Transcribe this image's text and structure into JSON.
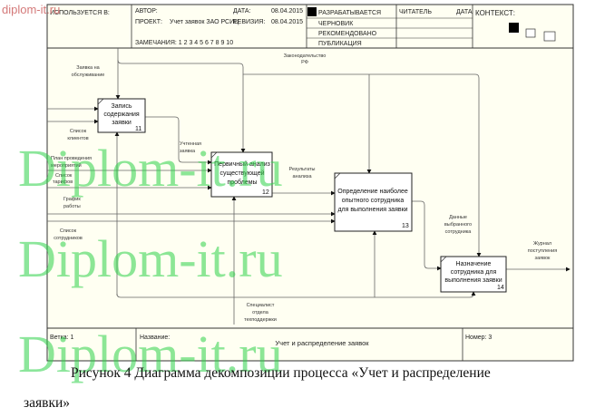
{
  "watermark": {
    "corner": "diplom-it.ru",
    "big": "Diplom-it.ru",
    "color": "#2fd24a",
    "corner_color": "#d47a7a"
  },
  "header": {
    "used_in": "ИСПОЛЬЗУЕТСЯ В:",
    "author_label": "АВТОР:",
    "project_label": "ПРОЕКТ:",
    "project": "Учет заявок ЗАО РСИЦ",
    "notes": "ЗАМЕЧАНИЯ: 1 2 3 4 5 6 7 8 9 10",
    "date_label": "ДАТА:",
    "date": "08.04.2015",
    "rev_label": "РЕВИЗИЯ:",
    "rev": "08.04.2015",
    "status": [
      "РАЗРАБАТЫВАЕТСЯ",
      "ЧЕРНОВИК",
      "РЕКОМЕНДОВАНО",
      "ПУБЛИКАЦИЯ"
    ],
    "reader": "ЧИТАТЕЛЬ",
    "reader_date": "ДАТА",
    "context": "КОНТЕКСТ:"
  },
  "boxes": [
    {
      "lines": [
        "Запись",
        "содержания",
        "заявки"
      ],
      "num": "11"
    },
    {
      "lines": [
        "Первичный анализ",
        "существующей",
        "проблемы"
      ],
      "num": "12"
    },
    {
      "lines": [
        "Определение наиболее",
        "опытного сотрудника",
        "для выполнения заявки"
      ],
      "num": "13"
    },
    {
      "lines": [
        "Назначение",
        "сотрудника для",
        "выполнения заявки"
      ],
      "num": "14"
    }
  ],
  "arrows": {
    "request": [
      "Заявка на",
      "обслуживание"
    ],
    "law": [
      "Законодательство",
      "РФ"
    ],
    "clients": [
      "Список",
      "клиентов"
    ],
    "recorded": [
      "Учтенная",
      "заявка"
    ],
    "plan": [
      "План проведения",
      "мероприятий"
    ],
    "tariffs": [
      "Список",
      "тарифов"
    ],
    "schedule": [
      "График",
      "работы"
    ],
    "staff": [
      "Список",
      "сотрудников"
    ],
    "results": [
      "Результаты",
      "анализа"
    ],
    "selected": [
      "Данные",
      "выбранного",
      "сотрудника"
    ],
    "journal": [
      "Журнал",
      "поступления",
      "заявок"
    ],
    "specialist": [
      "Специалист",
      "отдела",
      "техподдержки"
    ]
  },
  "footer": {
    "branch": "Ветка: 1",
    "name_label": "Название:",
    "name": "Учет и распределение заявок",
    "number": "Номер: 3"
  },
  "caption": {
    "line1": "Рисунок 4 Диаграмма декомпозиции процесса «Учет и распределение",
    "line2": "заявки»"
  }
}
